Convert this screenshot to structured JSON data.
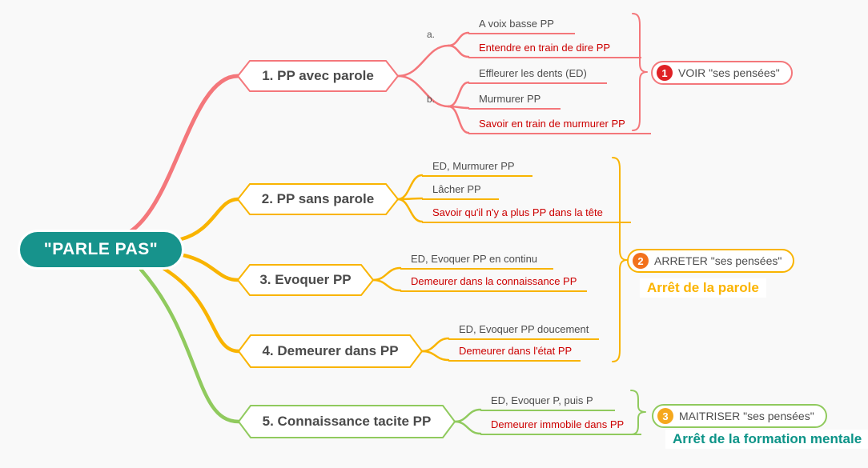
{
  "root": {
    "label": "\"PARLE PAS\""
  },
  "colors": {
    "root_fill": "#17938c",
    "branch1": "#f4777b",
    "branch2_3_4": "#f9b400",
    "branch5": "#90ca5e",
    "normal_text": "#4d4d4d",
    "emphasis_text": "#cc0000",
    "badge1": "#df2125",
    "badge2": "#f2711c",
    "badge3": "#f5a81e",
    "callout2_text": "#fbb400",
    "callout3_text": "#0d9488",
    "background": "#f9f9f9"
  },
  "branches": [
    {
      "label": "1. PP avec parole",
      "groups": [
        {
          "label": "a.",
          "children": [
            {
              "text": "A voix basse PP"
            },
            {
              "text": "Entendre en train de dire PP"
            }
          ]
        },
        {
          "label": "b.",
          "children": [
            {
              "text": "Effleurer les dents (ED)"
            },
            {
              "text": "Murmurer PP"
            },
            {
              "text": "Savoir en train de murmurer PP"
            }
          ]
        }
      ]
    },
    {
      "label": "2. PP sans parole",
      "children": [
        {
          "text": "ED, Murmurer PP"
        },
        {
          "text": "Lâcher PP"
        },
        {
          "text": "Savoir qu'il n'y a plus PP dans la tête"
        }
      ]
    },
    {
      "label": "3. Evoquer PP",
      "children": [
        {
          "text": "ED, Evoquer PP en continu"
        },
        {
          "text": "Demeurer dans la connaissance PP"
        }
      ]
    },
    {
      "label": "4. Demeurer dans PP",
      "children": [
        {
          "text": "ED, Evoquer PP doucement"
        },
        {
          "text": "Demeurer dans l'état PP"
        }
      ]
    },
    {
      "label": "5. Connaissance tacite PP",
      "children": [
        {
          "text": "ED, Evoquer P, puis P"
        },
        {
          "text": "Demeurer immobile dans PP"
        }
      ]
    }
  ],
  "summaries": [
    {
      "badge": "1",
      "label": "VOIR \"ses pensées\""
    },
    {
      "badge": "2",
      "label": "ARRETER \"ses pensées\"",
      "callout": "Arrêt de la parole"
    },
    {
      "badge": "3",
      "label": "MAITRISER \"ses pensées\"",
      "callout": "Arrêt de la formation mentale"
    }
  ]
}
